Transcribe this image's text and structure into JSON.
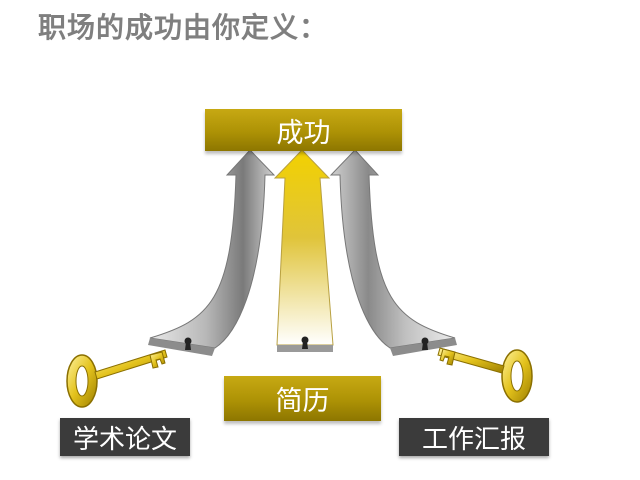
{
  "title": "职场的成功由你定义：",
  "top_label": "成功",
  "middle_label": "简历",
  "left_label": "学术论文",
  "right_label": "工作汇报",
  "colors": {
    "gold": "#ad9205",
    "dark": "#3b3b3b",
    "title": "#7f7f7f",
    "silver": "#c8c8c8"
  },
  "icons": [
    "key-icon",
    "key-icon",
    "keyhole-icon",
    "keyhole-icon",
    "keyhole-icon"
  ]
}
